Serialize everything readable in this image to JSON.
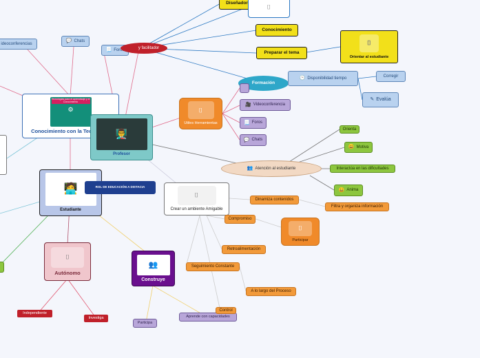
{
  "center": {
    "title": "Conocimiento con la Tecnología",
    "image_caption": "Tecnologías para el aprendizaje y el Conocimiento"
  },
  "profesor": {
    "label": "Profesor"
  },
  "estudiante": {
    "label": "Estudiante",
    "banner": "ROL DE EDUCACIÓN A DISTACIA"
  },
  "autonomo": {
    "label": "Autónomo",
    "children": [
      "Independiente",
      "Investiga"
    ]
  },
  "construye": {
    "label": "Construye",
    "children": [
      "Participa",
      "Aprende con capacidades"
    ]
  },
  "guia": {
    "label": "y facilitador"
  },
  "top": {
    "disenador": "Diseñador",
    "conocimiento": "Conocimiento",
    "preparar": "Preparar el tema",
    "orientar": "Orientar al estudiante"
  },
  "left_partial": {
    "videoconferencias": "ideoconferencias"
  },
  "chats_top": "Chats",
  "foros_top": "Foros",
  "formacion": {
    "label": "Formación",
    "disponibilidad": "Disponibilidad tiempo",
    "corregir": "Corregir",
    "evalua": "Evalúa"
  },
  "herramientas": {
    "label": "Utiles Herramientas",
    "items": [
      "Videoconferencia",
      "Foros",
      "Chats"
    ]
  },
  "atencion": {
    "label": "Atención al estudiante",
    "children": [
      "Orienta",
      "Motiva",
      "Interactúa en las dificultades",
      "Anima"
    ]
  },
  "ambiente": {
    "label": "Crear un ambiente Amigable",
    "children": [
      "Dinamiza contenidos",
      "Filtra y organiza información",
      "Compromiso",
      "Retroalimentación",
      "Seguimiento Constante",
      "A lo largo del Proceso",
      "Control"
    ],
    "participar": "Participar"
  },
  "colors": {
    "orange": "#f29a3a",
    "green": "#8dc63f",
    "purple": "#b8a6d9",
    "blue": "#b9d2ef",
    "yellow": "#f2e01a",
    "red": "#c0202a",
    "teal": "#2ea7c9"
  },
  "icons": [
    "camera-icon",
    "chat-icon",
    "forum-icon",
    "video-icon",
    "smile-icon",
    "person-icon",
    "clock-icon",
    "edit-icon"
  ]
}
